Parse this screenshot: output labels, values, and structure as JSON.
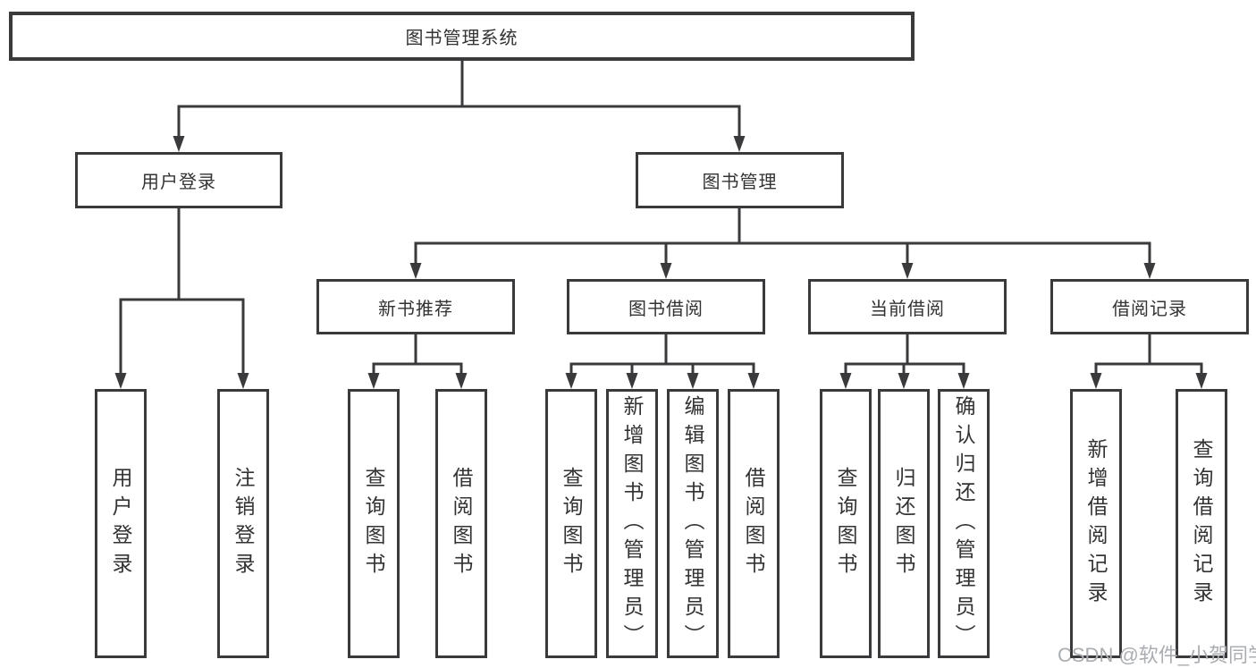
{
  "tree": {
    "root": "图书管理系统",
    "user_login": {
      "label": "用户登录",
      "leaves": [
        "用户登录",
        "注销登录"
      ]
    },
    "book_mgmt": {
      "label": "图书管理",
      "groups": [
        {
          "label": "新书推荐",
          "leaves": [
            "查询图书",
            "借阅图书"
          ]
        },
        {
          "label": "图书借阅",
          "leaves": [
            "查询图书",
            "新增图书（管理员）",
            "编辑图书（管理员）",
            "借阅图书"
          ]
        },
        {
          "label": "当前借阅",
          "leaves": [
            "查询图书",
            "归还图书",
            "确认归还（管理员）"
          ]
        },
        {
          "label": "借阅记录",
          "leaves": [
            "新增借阅记录",
            "查询借阅记录"
          ]
        }
      ]
    }
  },
  "watermark": "CSDN @软件_小贺同学",
  "colors": {
    "line": "#3a3a3c",
    "text": "#333333",
    "watermark": "#aaadb1",
    "background": "#ffffff"
  }
}
